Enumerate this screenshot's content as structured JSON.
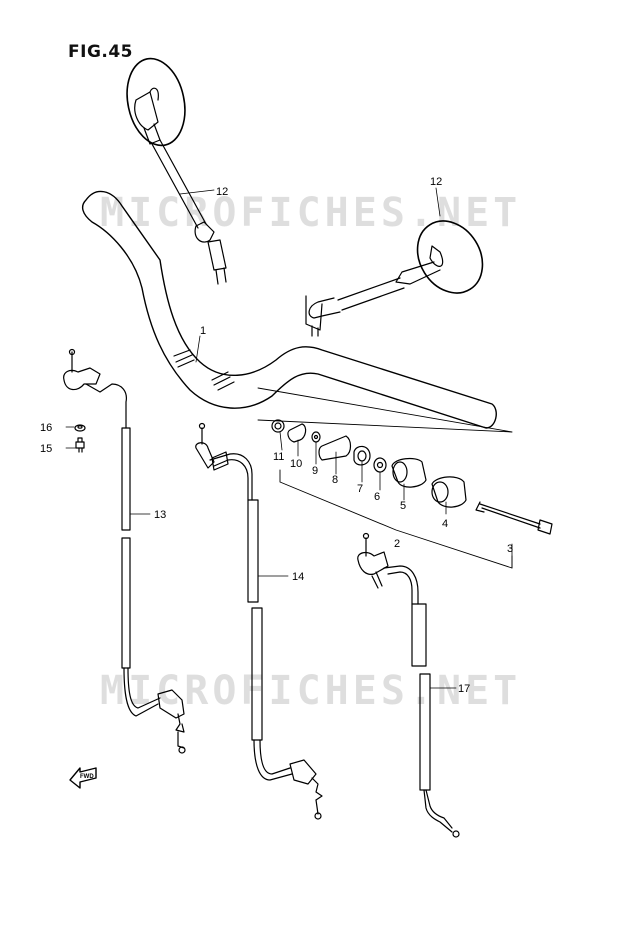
{
  "figure": {
    "title": "FIG.45"
  },
  "watermark": {
    "text": "MICROFICHES.NET"
  },
  "fwd_arrow": {
    "label": "FWD"
  },
  "callouts": {
    "c1": "1",
    "c2": "2",
    "c3": "3",
    "c4": "4",
    "c5": "5",
    "c6": "6",
    "c7": "7",
    "c8": "8",
    "c9": "9",
    "c10": "10",
    "c11": "11",
    "c12a": "12",
    "c12b": "12",
    "c13": "13",
    "c14": "14",
    "c15": "15",
    "c16": "16",
    "c17": "17"
  }
}
